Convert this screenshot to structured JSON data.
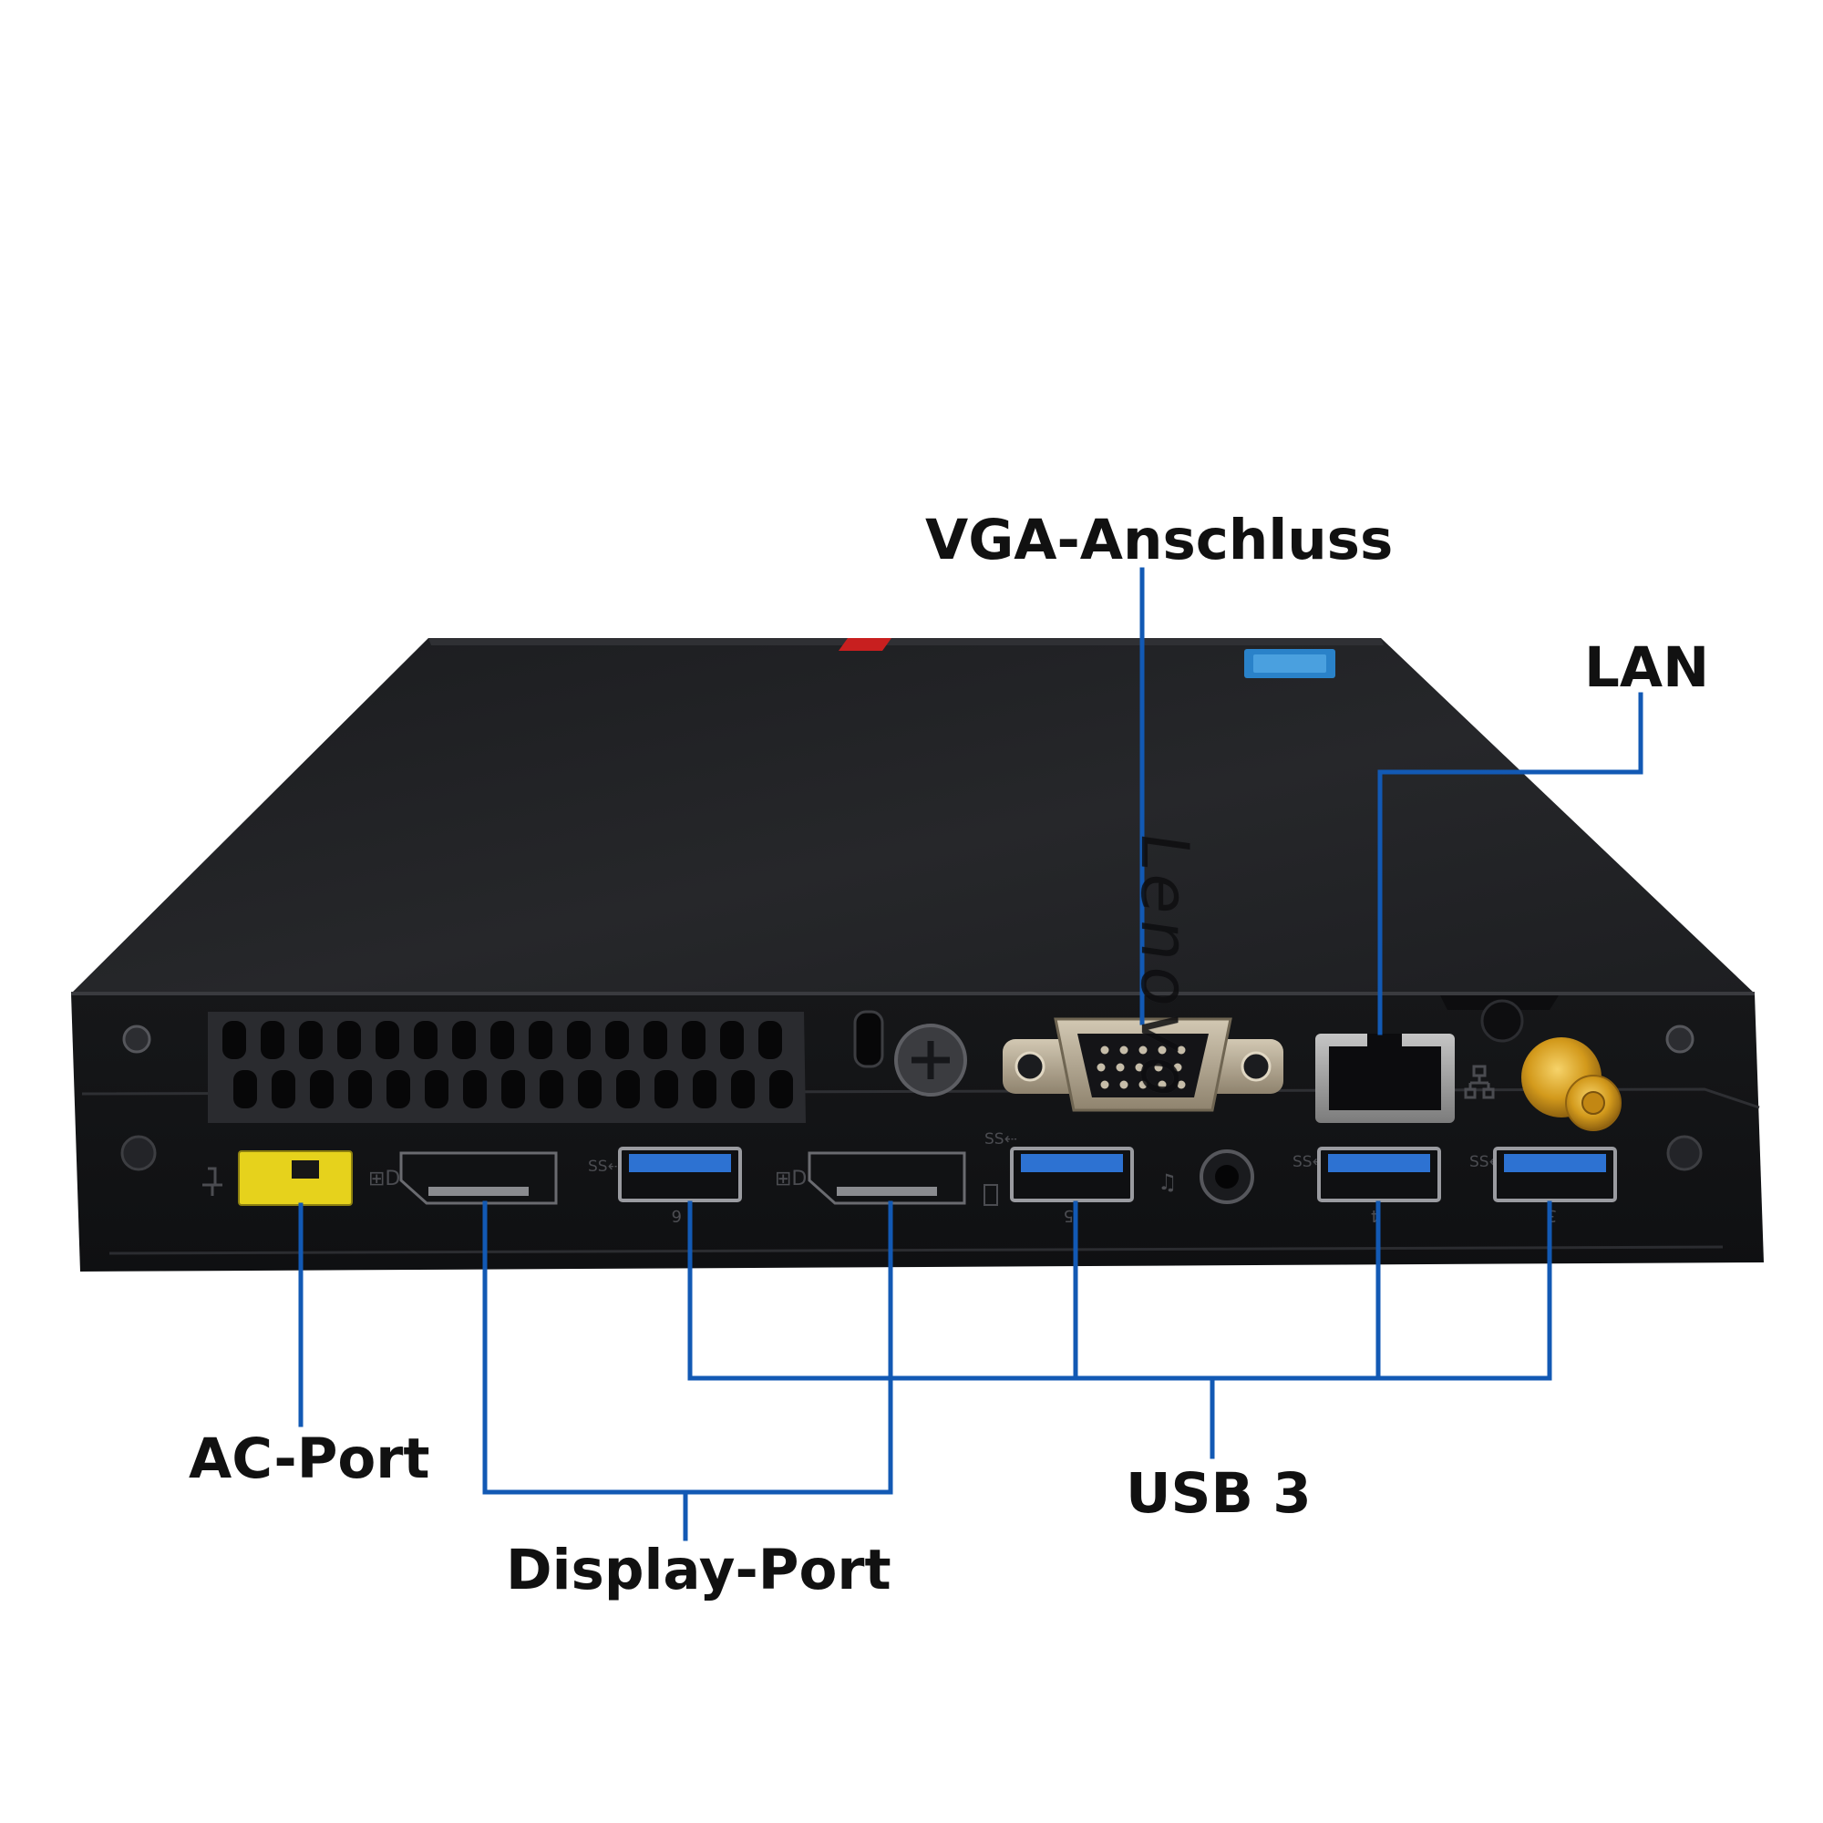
{
  "callouts": {
    "vga": "VGA-Anschluss",
    "lan": "LAN",
    "ac": "AC-Port",
    "display_port": "Display-Port",
    "usb": "USB 3"
  },
  "device": {
    "brand": "Lenovo",
    "usb_port_numbers": [
      "6",
      "5",
      "4",
      "3"
    ]
  },
  "colors": {
    "leader_line": "#1259b4",
    "chassis": "#202124",
    "ac_port": "#e6d21c",
    "usb_insert": "#2d72d2",
    "vga_metal": "#b7aa93",
    "antenna_gold": "#d9a11c"
  }
}
